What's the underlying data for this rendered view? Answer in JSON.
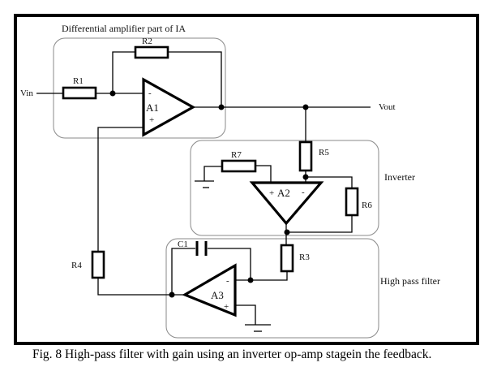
{
  "figure": {
    "caption": "Fig. 8 High-pass filter with gain using an inverter op-amp stagein the feedback.",
    "groups": {
      "differential": "Differential amplifier part of IA",
      "inverter": "Inverter",
      "highpass": "High pass filter"
    },
    "signals": {
      "vin": "Vin",
      "vout": "Vout"
    },
    "components": {
      "R1": "R1",
      "R2": "R2",
      "R3": "R3",
      "R4": "R4",
      "R5": "R5",
      "R6": "R6",
      "R7": "R7",
      "C1": "C1",
      "A1": "A1",
      "A2": "A2",
      "A3": "A3"
    },
    "pins": {
      "minus": "-",
      "plus": "+"
    }
  }
}
